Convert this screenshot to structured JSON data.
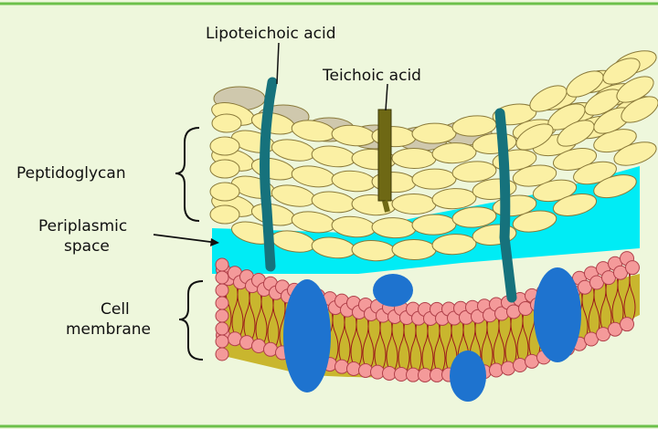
{
  "labels": {
    "lipoteichoic_acid": "Lipoteichoic acid",
    "teichoic_acid": "Teichoic acid",
    "peptidoglycan": "Peptidoglycan",
    "periplasmic_line1": "Periplasmic",
    "periplasmic_line2": "space",
    "membrane_line1": "Cell",
    "membrane_line2": "membrane"
  },
  "colors": {
    "background": "#eef7dc",
    "frame_line": "#6cc04a",
    "peptidoglycan_fill": "#fbf0a4",
    "peptidoglycan_stroke": "#8a7a3a",
    "back_layer": "#cfc8ad",
    "periplasm": "#00ecf5",
    "membrane_core": "#c9b62e",
    "lipid_tail": "#9b1b1b",
    "lipid_head": "#f49a9a",
    "lipid_head_stroke": "#b0404a",
    "protein": "#1e73cf",
    "lipoteichoic": "#16727c",
    "teichoic": "#6e6814"
  }
}
